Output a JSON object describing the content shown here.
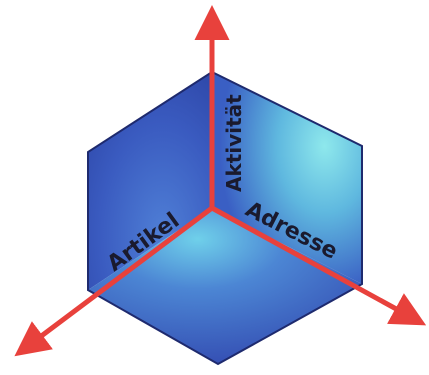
{
  "diagram": {
    "axis_labels": {
      "vertical": "Aktivität",
      "left": "Artikel",
      "right": "Adresse"
    },
    "colors": {
      "axis": "#e8413c",
      "cube_edge": "#1e2a6e",
      "cube_dark": "#3a55b8",
      "cube_light": "#7fe0e8",
      "label": "#1a1a2e"
    }
  }
}
